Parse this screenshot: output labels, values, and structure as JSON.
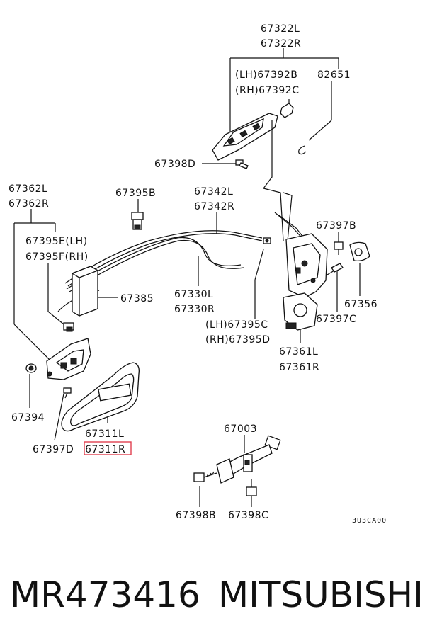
{
  "labels": {
    "l67322L": "67322L",
    "l67322R": "67322R",
    "l67392B": "(LH)67392B",
    "l67392C": "(RH)67392C",
    "l82651": "82651",
    "l67398D": "67398D",
    "l67362L": "67362L",
    "l67362R": "67362R",
    "l67395B": "67395B",
    "l67342L": "67342L",
    "l67342R": "67342R",
    "l67397B": "67397B",
    "l67395E": "67395E(LH)",
    "l67395F": "67395F(RH)",
    "l67385": "67385",
    "l67330L": "67330L",
    "l67330R": "67330R",
    "l67356": "67356",
    "l67395C": "(LH)67395C",
    "l67395D": "(RH)67395D",
    "l67397C": "67397C",
    "l67361L": "67361L",
    "l67361R": "67361R",
    "l67394": "67394",
    "l67311L": "67311L",
    "l67397D": "67397D",
    "l67311R": "67311R",
    "l67003": "67003",
    "l67398B": "67398B",
    "l67398C": "67398C",
    "diagram_code": "3U3CA00"
  },
  "highlight_color": "#e04050",
  "footer": {
    "part_number": "MR473416",
    "brand": "MITSUBISHI"
  }
}
